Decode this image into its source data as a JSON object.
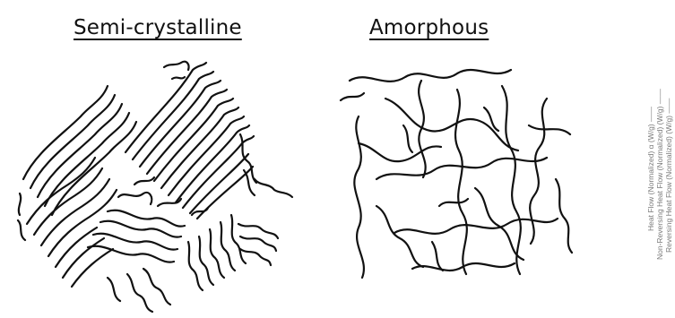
{
  "panels": {
    "semi": {
      "title": "Semi-crystalline"
    },
    "amor": {
      "title": "Amorphous"
    }
  },
  "side_axis": {
    "line1": "Heat Flow (Normalized) α (W/g) ——",
    "line2": "Non-Reversing Heat Flow (Normalized) (W/g) ——",
    "line3": "Reversing Heat Flow (Normalized) (W/g) ——"
  }
}
